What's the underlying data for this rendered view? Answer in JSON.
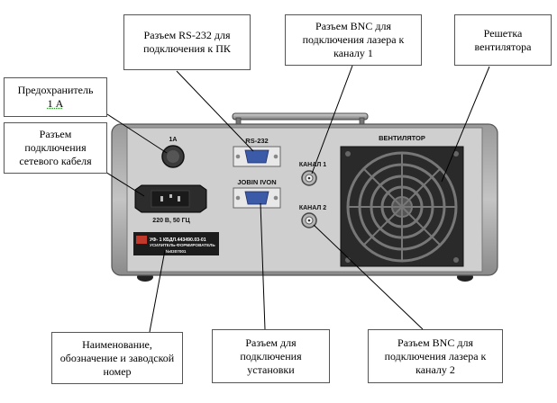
{
  "callouts": {
    "rs232": "Разъем RS-232 для подключения к ПК",
    "bnc1": "Разъем BNC для подключения лазера к каналу 1",
    "fan": "Решетка вентилятора",
    "fuse_line1": "Предохранитель",
    "fuse_line2": "1 А",
    "power": "Разъем подключения сетевого кабеля",
    "nameplate": "Наименование, обозначение и заводской номер",
    "install": "Разъем для подключения установки",
    "bnc2": "Разъем BNC для подключения лазера к каналу 2"
  },
  "panel": {
    "fuse_label": "1А",
    "rs232_label": "RS-232",
    "jobin_label": "JOBIN IVON",
    "ch1_label": "КАНАЛ 1",
    "ch2_label": "КАНАЛ 2",
    "fan_label": "ВЕНТИЛЯТОР",
    "power_label": "220 В, 50 ГЦ",
    "plate_line1": "УФ- 1 КБДЛ.443490.03-01",
    "plate_line2": "УСИЛИТЕЛЬ-ФОРМИРОВАТЕЛЬ",
    "plate_line3": "№0307001"
  }
}
